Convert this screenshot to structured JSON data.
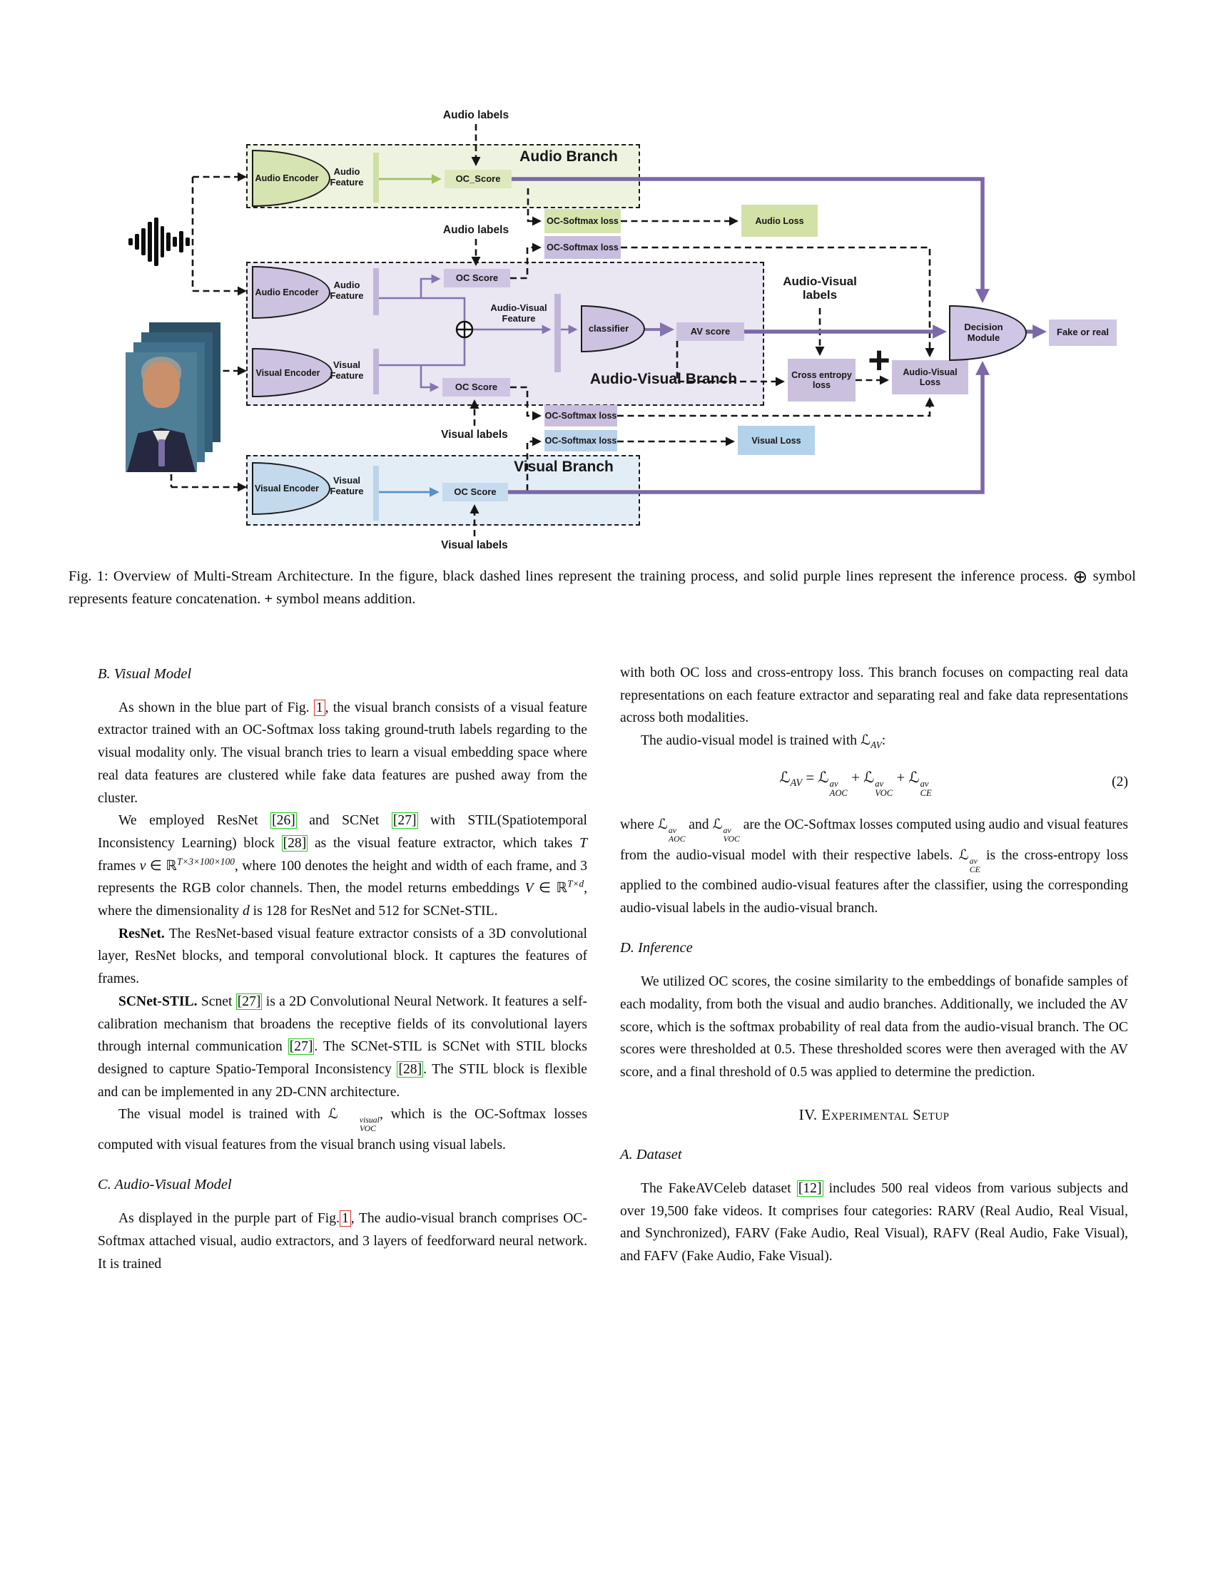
{
  "fig": {
    "labels": {
      "audio_labels": "Audio labels",
      "visual_labels": "Visual labels",
      "audio_branch_title": "Audio Branch",
      "av_branch_title": "Audio-Visual Branch",
      "visual_branch_title": "Visual Branch",
      "audio_encoder": "Audio Encoder",
      "visual_encoder": "Visual Encoder",
      "audio_feature": "Audio Feature",
      "visual_feature": "Visual Feature",
      "oc_score_audio": "OC_Score",
      "oc_score": "OC Score",
      "oc_softmax": "OC-Softmax loss",
      "audio_loss": "Audio Loss",
      "visual_loss": "Visual Loss",
      "av_feature": "Audio-Visual Feature",
      "classifier": "classifier",
      "av_score": "AV score",
      "av_labels": "Audio-Visual labels",
      "cross_entropy": "Cross entropy loss",
      "plus": "+",
      "av_loss": "Audio-Visual Loss",
      "decision": "Decision Module",
      "fake_or_real": "Fake or real"
    },
    "colors": {
      "inference_line": "#7b68a8",
      "training_line": "#151515",
      "audio_green": "#d6e4ae",
      "av_purple": "#cfc5e2",
      "visual_blue": "#bcd7ec"
    }
  },
  "caption": {
    "segments": [
      {
        "t": "Fig. 1: Overview of Multi-Stream Architecture. In the figure, black dashed lines represent the training process, and solid purple lines represent the inference process. "
      },
      {
        "t": "⊕",
        "cls": "big"
      },
      {
        "t": " symbol represents feature concatenation. "
      },
      {
        "t": "+",
        "cls": "b"
      },
      {
        "t": " symbol means addition."
      }
    ]
  },
  "columns": {
    "left": [
      {
        "type": "heading",
        "first": true,
        "text": "B. Visual Model"
      },
      {
        "type": "p",
        "segments": [
          {
            "t": "As shown in the blue part of Fig. "
          },
          {
            "t": "1",
            "cls": "r"
          },
          {
            "t": ", the visual branch consists of a visual feature extractor trained with an OC-Softmax loss taking ground-truth labels regarding to the visual modality only. The visual branch tries to learn a visual embedding space where real data features are clustered while fake data features are pushed away from the cluster."
          }
        ]
      },
      {
        "type": "p",
        "segments": [
          {
            "t": "We employed ResNet "
          },
          {
            "t": "[26]",
            "cls": "g"
          },
          {
            "t": " and SCNet "
          },
          {
            "t": "[27]",
            "cls": "g"
          },
          {
            "t": " with STIL(Spatiotemporal Inconsistency Learning) block "
          },
          {
            "t": "[28]",
            "cls": "g"
          },
          {
            "t": " as the visual feature extractor, which takes "
          },
          {
            "t": "T",
            "cls": "i"
          },
          {
            "t": " frames "
          },
          {
            "t": "v",
            "cls": "i"
          },
          {
            "t": " ∈ ℝ"
          },
          {
            "t": "T×3×100×100",
            "cls": "sup i"
          },
          {
            "t": ", where 100 denotes the height and width of each frame, and 3 represents the RGB color channels. Then, the model returns embeddings "
          },
          {
            "t": "V",
            "cls": "i"
          },
          {
            "t": " ∈ ℝ"
          },
          {
            "t": "T×d",
            "cls": "sup i"
          },
          {
            "t": ", where the dimensionality "
          },
          {
            "t": "d",
            "cls": "i"
          },
          {
            "t": " is 128 for ResNet and 512 for SCNet-STIL."
          }
        ]
      },
      {
        "type": "p",
        "segments": [
          {
            "t": "ResNet.",
            "cls": "b"
          },
          {
            "t": " The ResNet-based visual feature extractor consists of a 3D convolutional layer, ResNet blocks, and temporal convolutional block. It captures the features of frames."
          }
        ]
      },
      {
        "type": "p",
        "segments": [
          {
            "t": "SCNet-STIL.",
            "cls": "b"
          },
          {
            "t": " Scnet "
          },
          {
            "t": "[27]",
            "cls": "g"
          },
          {
            "t": " is a 2D Convolutional Neural Network. It features a self-calibration mechanism that broadens the receptive fields of its convolutional layers through internal communication "
          },
          {
            "t": "[27]",
            "cls": "g"
          },
          {
            "t": ". The SCNet-STIL is SCNet with STIL blocks designed to capture Spatio-Temporal Inconsistency "
          },
          {
            "t": "[28]",
            "cls": "g"
          },
          {
            "t": ". The STIL block is flexible and can be implemented in any 2D-CNN architecture."
          }
        ]
      },
      {
        "type": "p",
        "segments": [
          {
            "t": "The visual model is trained with "
          },
          {
            "t": "ℒ",
            "cls": "scr"
          },
          {
            "t": "visual|VOC",
            "cls": "ss"
          },
          {
            "t": ", which is the OC-Softmax losses computed with visual features from the visual branch using visual labels."
          }
        ]
      },
      {
        "type": "heading",
        "text": "C. Audio-Visual Model"
      },
      {
        "type": "p",
        "segments": [
          {
            "t": "As displayed in the purple part of Fig."
          },
          {
            "t": "1",
            "cls": "r"
          },
          {
            "t": ", The audio-visual branch comprises OC-Softmax attached visual, audio extractors, and 3 layers of feedforward neural network. It is trained"
          }
        ]
      }
    ],
    "right": [
      {
        "type": "p",
        "indent": false,
        "segments": [
          {
            "t": "with both OC loss and cross-entropy loss. This branch focuses on compacting real data representations on each feature extractor and separating real and fake data representations across both modalities."
          }
        ]
      },
      {
        "type": "p",
        "segments": [
          {
            "t": "The audio-visual model is trained with "
          },
          {
            "t": "ℒ",
            "cls": "scr"
          },
          {
            "t": "AV",
            "cls": "sub i"
          },
          {
            "t": ":"
          }
        ]
      },
      {
        "type": "equation",
        "number": "(2)",
        "segments": [
          {
            "t": "ℒ",
            "cls": "scr"
          },
          {
            "t": "AV",
            "cls": "sub i"
          },
          {
            "t": " = "
          },
          {
            "t": "ℒ",
            "cls": "scr"
          },
          {
            "t": "av|AOC",
            "cls": "ss"
          },
          {
            "t": " + "
          },
          {
            "t": "ℒ",
            "cls": "scr"
          },
          {
            "t": "av|VOC",
            "cls": "ss"
          },
          {
            "t": " + "
          },
          {
            "t": "ℒ",
            "cls": "scr"
          },
          {
            "t": "av|CE",
            "cls": "ss"
          }
        ]
      },
      {
        "type": "p",
        "indent": false,
        "segments": [
          {
            "t": "where "
          },
          {
            "t": "ℒ",
            "cls": "scr"
          },
          {
            "t": "av|AOC",
            "cls": "ss"
          },
          {
            "t": " and "
          },
          {
            "t": "ℒ",
            "cls": "scr"
          },
          {
            "t": "av|VOC",
            "cls": "ss"
          },
          {
            "t": " are the OC-Softmax losses computed using audio and visual features from the audio-visual model with their respective labels. "
          },
          {
            "t": "ℒ",
            "cls": "scr"
          },
          {
            "t": "av|CE",
            "cls": "ss"
          },
          {
            "t": " is the cross-entropy loss applied to the combined audio-visual features after the classifier, using the corresponding audio-visual labels in the audio-visual branch."
          }
        ]
      },
      {
        "type": "heading",
        "text": "D. Inference"
      },
      {
        "type": "p",
        "segments": [
          {
            "t": "We utilized OC scores, the cosine similarity to the embeddings of bonafide samples of each modality, from both the visual and audio branches. Additionally, we included the AV score, which is the softmax probability of real data from the audio-visual branch. The OC scores were thresholded at 0.5. These thresholded scores were then averaged with the AV score, and a final threshold of 0.5 was applied to determine the prediction."
          }
        ]
      },
      {
        "type": "section",
        "text": "IV. Experimental Setup"
      },
      {
        "type": "heading",
        "text": "A. Dataset"
      },
      {
        "type": "p",
        "segments": [
          {
            "t": "The FakeAVCeleb dataset "
          },
          {
            "t": "[12]",
            "cls": "g"
          },
          {
            "t": " includes 500 real videos from various subjects and over 19,500 fake videos. It comprises four categories: RARV (Real Audio, Real Visual, and Synchronized), FARV (Fake Audio, Real Visual), RAFV (Real Audio, Fake Visual), and FAFV (Fake Audio, Fake Visual)."
          }
        ]
      }
    ]
  }
}
